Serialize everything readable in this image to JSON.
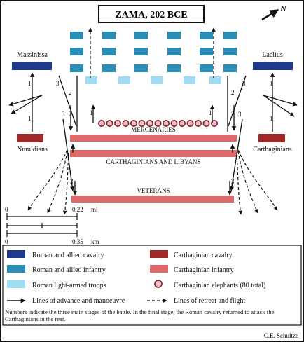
{
  "title": "ZAMA, 202 BCE",
  "compass_label": "N",
  "left_roman_cavalry": "Massinissa",
  "right_roman_cavalry": "Laelius",
  "left_carthaginian_cavalry": "Numidians",
  "right_carthaginian_cavalry": "Carthaginians",
  "line_labels": {
    "mercenaries": "MERCENARIES",
    "carthaginians_libyans": "CARTHAGINIANS AND LIBYANS",
    "veterans": "VETERANS"
  },
  "stage_numbers": {
    "left_cavalry_upper": "1",
    "left_cavalry_lower": "1",
    "left_flank_a": "3",
    "left_flank_b": "3",
    "left_inner_a": "2",
    "left_inner_b": "2",
    "left_elephant_line": "1",
    "right_cavalry_upper": "1",
    "right_cavalry_lower": "1",
    "right_flank_a": "3",
    "right_flank_b": "3",
    "right_inner_a": "2",
    "right_inner_b": "2",
    "right_elephant_line": "1",
    "veterans_left": "3",
    "veterans_right": "3"
  },
  "scale": {
    "mi_start": "0",
    "mi_end": "0.22",
    "mi_unit": "mi",
    "km_start": "0",
    "km_end": "0.35",
    "km_unit": "km"
  },
  "legend": {
    "roman_cavalry": "Roman and allied cavalry",
    "carthaginian_cavalry": "Carthaginian cavalry",
    "roman_infantry": "Roman and allied infantry",
    "carthaginian_infantry": "Carthaginian infantry",
    "roman_light": "Roman light-armed troops",
    "elephants": "Carthaginian elephants (80 total)",
    "advance": "Lines of advance and manoeuvre",
    "retreat": "Lines of retreat and flight"
  },
  "note": "Numbers indicate the three main stages of the battle.  In the final stage, the Roman cavalry returned to attack the Carthaginians in the rear.",
  "credit": "C.E. Schultze",
  "colors": {
    "roman_cavalry": "#1f3a8a",
    "roman_infantry": "#2b8fb5",
    "roman_light": "#9fdcf2",
    "carthaginian_cavalry": "#a02828",
    "carthaginian_infantry": "#dc6a6a",
    "elephant_fill": "#f4bcc4",
    "elephant_stroke": "#7a1f2a"
  }
}
